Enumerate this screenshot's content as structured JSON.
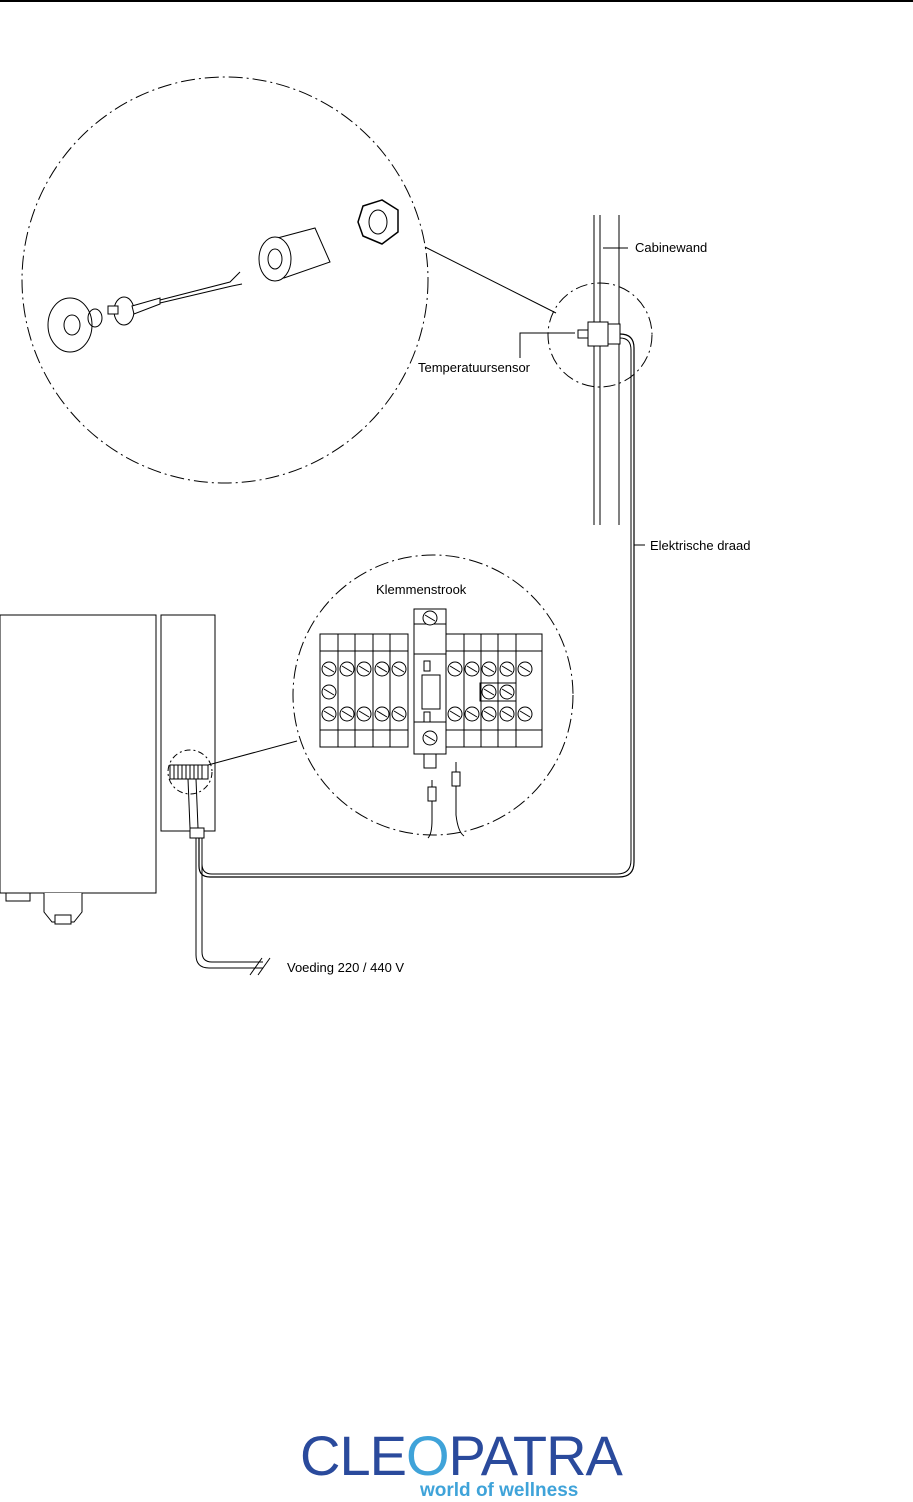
{
  "labels": {
    "cabin_wall": "Cabinewand",
    "temperature_sensor": "Temperatuursensor",
    "electric_wire": "Elektrische draad",
    "terminal_strip": "Klemmenstrook",
    "power_supply": "Voeding 220 / 440 V"
  },
  "logo": {
    "name_part1": "CLE",
    "name_part2": "O",
    "name_part3": "PATRA",
    "tagline": "world of wellness",
    "color_primary": "#2a4a9c",
    "color_accent": "#3fa3d9"
  }
}
